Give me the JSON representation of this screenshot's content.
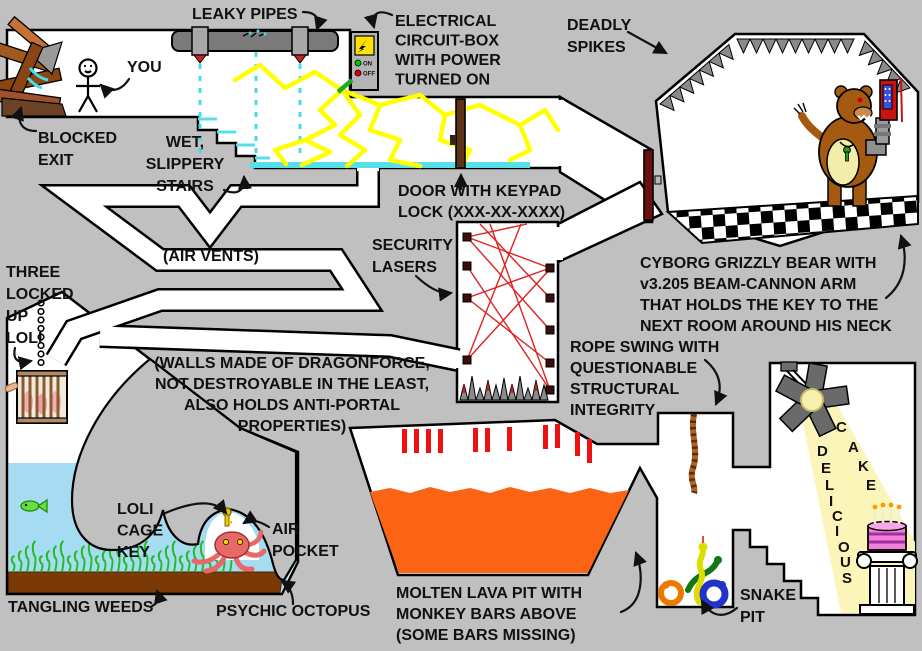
{
  "title": "hand-drawn impossible video game level diagram",
  "colors": {
    "background": "#c0c0c0",
    "room": "#ffffff",
    "outline": "#000000",
    "lava": "#fa6414",
    "water": "#a6dcf2",
    "laser": "#dd2222",
    "beam_light": "#fcf5ba",
    "electricity": "#ffff00",
    "monkey_bars": "#ee1111",
    "drip_water": "#44dde8"
  },
  "annotations": {
    "leaky_pipes": "LEAKY PIPES",
    "electrical_box": "ELECTRICAL\nCIRCUIT-BOX\nWITH POWER\nTURNED ON",
    "deadly_spikes": "DEADLY\nSPIKES",
    "you": "YOU",
    "blocked_exit": "BLOCKED\nEXIT",
    "wet_stairs": "WET,\nSLIPPERY\nSTAIRS",
    "door_keypad": "DOOR WITH KEYPAD\nLOCK (XXX-XX-XXXX)",
    "air_vents": "(AIR VENTS)",
    "security_lasers": "SECURITY\nLASERS",
    "three_loli": "THREE\nLOCKED\nUP\nLOLI",
    "cyborg_bear": "CYBORG GRIZZLY BEAR WITH\nv3.205 BEAM-CANNON ARM\nTHAT HOLDS THE KEY TO THE\nNEXT ROOM AROUND HIS NECK",
    "dragonforce_walls": "(WALLS MADE OF DRAGONFORCE,\nNOT DESTROYABLE IN THE LEAST,\nALSO HOLDS ANTI-PORTAL\nPROPERTIES)",
    "rope_swing": "ROPE SWING WITH\nQUESTIONABLE\nSTRUCTURAL\nINTEGRITY",
    "loli_cage_key": "LOLI\nCAGE\nKEY",
    "air_pocket": "AIR\nPOCKET",
    "tangling_weeds": "TANGLING WEEDS",
    "psychic_octopus": "PSYCHIC OCTOPUS",
    "molten_lava": "MOLTEN LAVA PIT WITH\nMONKEY BARS ABOVE\n(SOME BARS MISSING)",
    "snake_pit": "SNAKE\nPIT",
    "delicious": "DELICIOUS",
    "cake": "CAKE",
    "circuit_on": "ON",
    "circuit_off": "OFF"
  }
}
